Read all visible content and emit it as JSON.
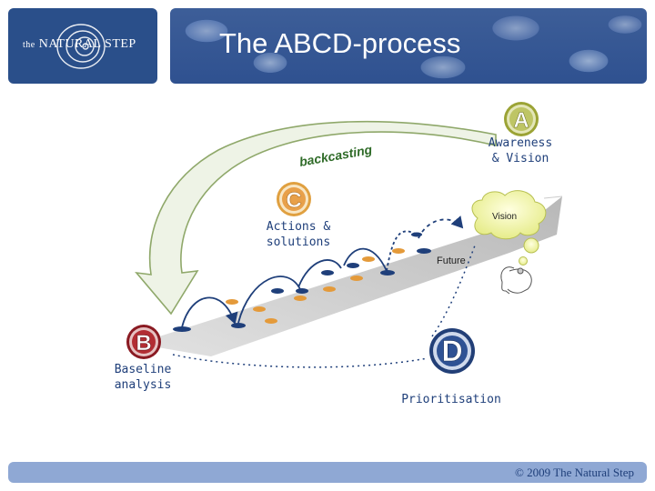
{
  "header": {
    "logo_text_small": "the",
    "logo_text_main": "NATURAL STEP",
    "title": "The ABCD-process"
  },
  "diagram": {
    "step_a": {
      "letter": "A",
      "label": "Awareness\n& Vision"
    },
    "step_b": {
      "letter": "B",
      "label": "Baseline\nanalysis"
    },
    "step_c": {
      "letter": "C",
      "label": "Actions &\nsolutions"
    },
    "step_d": {
      "letter": "D",
      "label": "Prioritisation"
    },
    "backcasting": "backcasting",
    "vision": "Vision",
    "future": "Future"
  },
  "footer": {
    "copyright": "© 2009 The Natural Step"
  }
}
